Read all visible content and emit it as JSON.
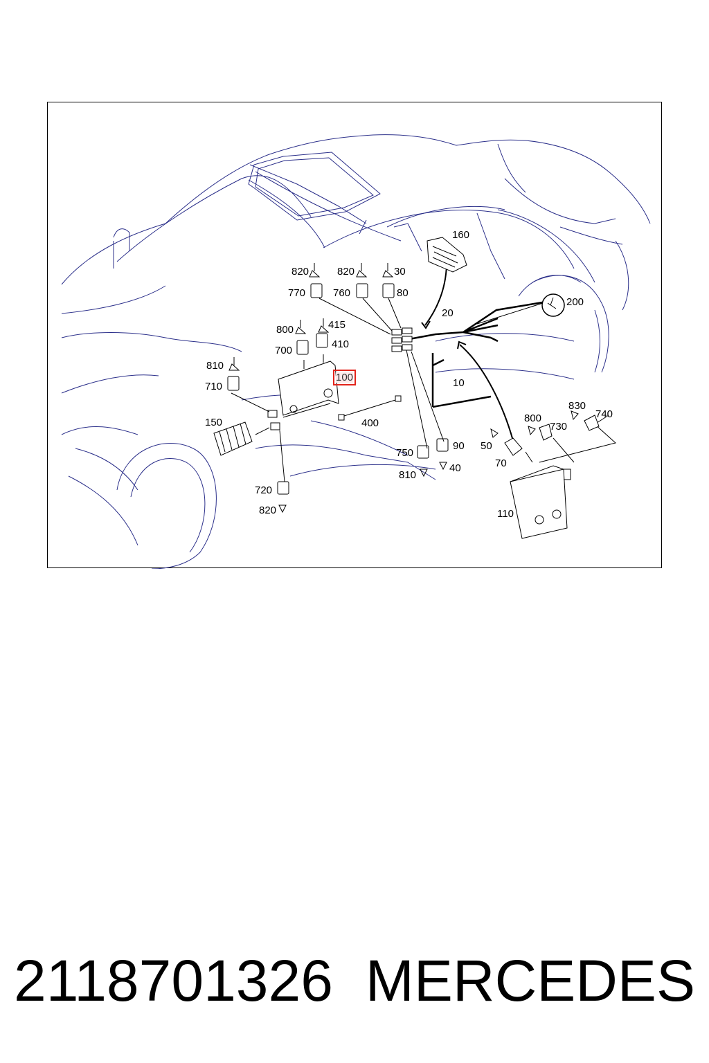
{
  "diagram": {
    "callouts": [
      {
        "id": "c160",
        "text": "160",
        "highlight": false
      },
      {
        "id": "c820a",
        "text": "820",
        "highlight": false
      },
      {
        "id": "c820b",
        "text": "820",
        "highlight": false
      },
      {
        "id": "c30",
        "text": "30",
        "highlight": false
      },
      {
        "id": "c770",
        "text": "770",
        "highlight": false
      },
      {
        "id": "c760",
        "text": "760",
        "highlight": false
      },
      {
        "id": "c80",
        "text": "80",
        "highlight": false
      },
      {
        "id": "c200",
        "text": "200",
        "highlight": false
      },
      {
        "id": "c20",
        "text": "20",
        "highlight": false
      },
      {
        "id": "c800a",
        "text": "800",
        "highlight": false
      },
      {
        "id": "c415",
        "text": "415",
        "highlight": false
      },
      {
        "id": "c700",
        "text": "700",
        "highlight": false
      },
      {
        "id": "c410",
        "text": "410",
        "highlight": false
      },
      {
        "id": "c810a",
        "text": "810",
        "highlight": false
      },
      {
        "id": "c100",
        "text": "100",
        "highlight": true
      },
      {
        "id": "c710",
        "text": "710",
        "highlight": false
      },
      {
        "id": "c10",
        "text": "10",
        "highlight": false
      },
      {
        "id": "c150",
        "text": "150",
        "highlight": false
      },
      {
        "id": "c400",
        "text": "400",
        "highlight": false
      },
      {
        "id": "c830",
        "text": "830",
        "highlight": false
      },
      {
        "id": "c740",
        "text": "740",
        "highlight": false
      },
      {
        "id": "c800b",
        "text": "800",
        "highlight": false
      },
      {
        "id": "c730",
        "text": "730",
        "highlight": false
      },
      {
        "id": "c50",
        "text": "50",
        "highlight": false
      },
      {
        "id": "c750",
        "text": "750",
        "highlight": false
      },
      {
        "id": "c90",
        "text": "90",
        "highlight": false
      },
      {
        "id": "c70",
        "text": "70",
        "highlight": false
      },
      {
        "id": "c810b",
        "text": "810",
        "highlight": false
      },
      {
        "id": "c40",
        "text": "40",
        "highlight": false
      },
      {
        "id": "c720",
        "text": "720",
        "highlight": false
      },
      {
        "id": "c110",
        "text": "110",
        "highlight": false
      },
      {
        "id": "c820c",
        "text": "820",
        "highlight": false
      }
    ],
    "colors": {
      "car_outline": "#2b2f8a",
      "lines": "#000000",
      "highlight": "#e2231a"
    }
  },
  "footer": {
    "part_number": "2118701326",
    "brand": "MERCEDES"
  }
}
